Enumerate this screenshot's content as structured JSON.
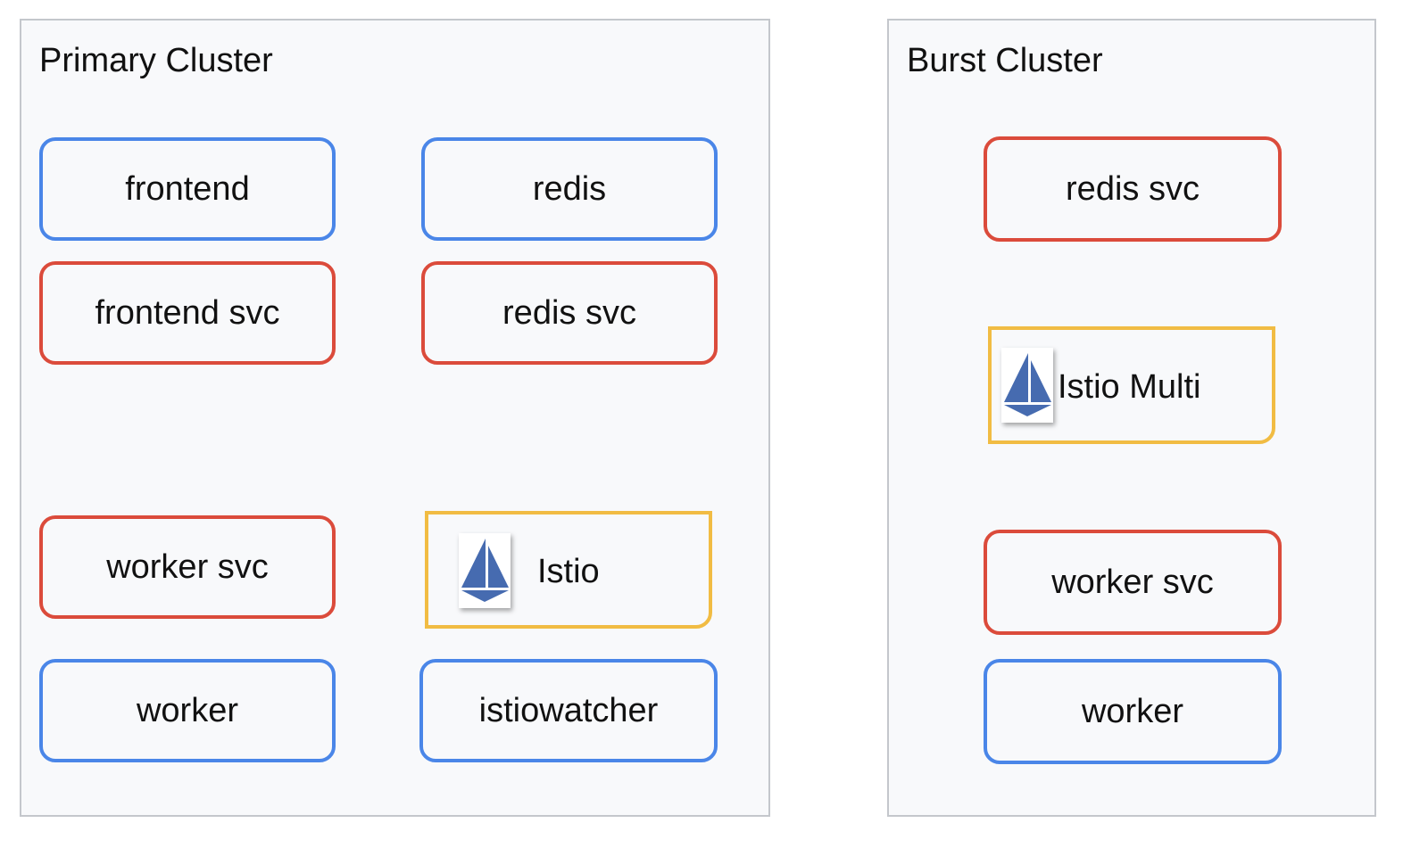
{
  "colors": {
    "workload": "#4a86e8",
    "service": "#db4b3b",
    "istio": "#f1bc43",
    "logo": "#466bb0"
  },
  "primary_cluster": {
    "title": "Primary Cluster",
    "frontend": "frontend",
    "redis": "redis",
    "frontend_svc": "frontend svc",
    "redis_svc": "redis svc",
    "worker_svc": "worker svc",
    "istio": {
      "label": "Istio",
      "icon": "istio-sailboat-icon"
    },
    "worker": "worker",
    "istiowatcher": "istiowatcher"
  },
  "burst_cluster": {
    "title": "Burst Cluster",
    "redis_svc": "redis svc",
    "istio_multi": {
      "label": "Istio Multi",
      "icon": "istio-sailboat-icon"
    },
    "worker_svc": "worker svc",
    "worker": "worker"
  }
}
